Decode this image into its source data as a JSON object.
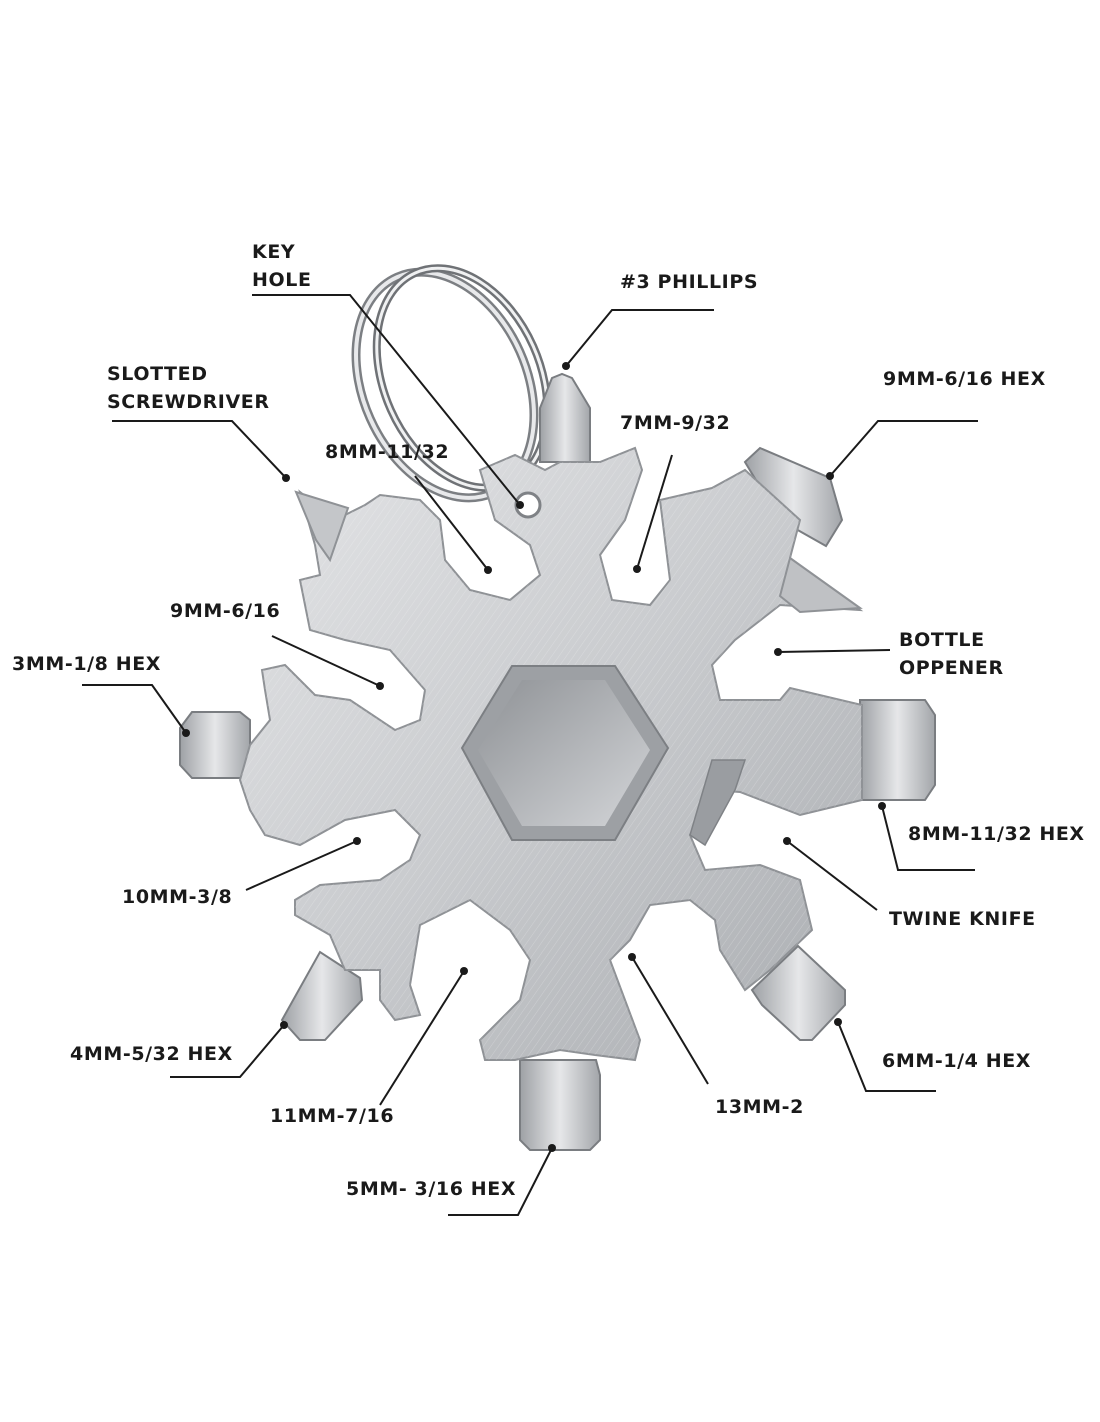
{
  "labels": {
    "key_hole": [
      "KEY",
      "HOLE"
    ],
    "phillips": [
      "#3 PHILLIPS"
    ],
    "hex_9mm_6_16": [
      "9MM-6/16 HEX"
    ],
    "slotted": [
      "SLOTTED",
      "SCREWDRIVER"
    ],
    "mm8_11_32": [
      "8MM-11/32"
    ],
    "mm7_9_32": [
      "7MM-9/32"
    ],
    "bottle": [
      "BOTTLE",
      "OPPENER"
    ],
    "mm9_6_16": [
      "9MM-6/16"
    ],
    "hex_3mm": [
      "3MM-1/8 HEX"
    ],
    "hex_8mm": [
      "8MM-11/32 HEX"
    ],
    "mm10": [
      "10MM-3/8"
    ],
    "twine": [
      "TWINE KNIFE"
    ],
    "hex_4mm": [
      "4MM-5/32 HEX"
    ],
    "hex_6mm": [
      "6MM-1/4 HEX"
    ],
    "mm11": [
      "11MM-7/16"
    ],
    "mm13": [
      "13MM-2"
    ],
    "hex_5mm": [
      "5MM- 3/16 HEX"
    ]
  },
  "colors": {
    "metal_light": "#d9dadc",
    "metal_mid": "#b9bbbe",
    "metal_dark": "#8d9094",
    "ink": "#1a1a1a"
  }
}
